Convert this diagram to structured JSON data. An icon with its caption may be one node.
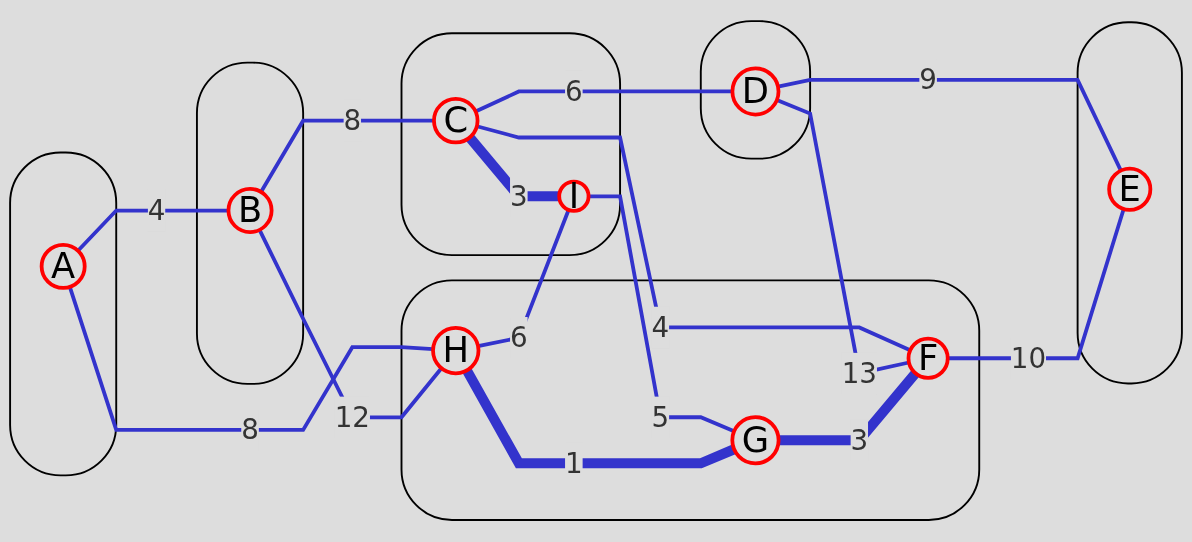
{
  "diagram": {
    "nodes": [
      {
        "text": [],
        "shape": "cloud"
      },
      {
        "text": [
          "A"
        ],
        "in": 0
      },
      {
        "text": [],
        "shape": "cloud"
      },
      {
        "text": [
          "B"
        ],
        "in": 2
      },
      {
        "text": [],
        "shape": "cloud"
      },
      {
        "text": [
          "C"
        ],
        "in": 4
      },
      {
        "text": [
          "I"
        ],
        "in": 4
      },
      {
        "text": [],
        "shape": "cloud"
      },
      {
        "text": [
          "D"
        ],
        "in": 7
      },
      {
        "text": [],
        "shape": "cloud"
      },
      {
        "text": [
          "E"
        ],
        "in": 9
      },
      {
        "text": [],
        "shape": "cloud"
      },
      {
        "text": [
          "H"
        ],
        "in": 11
      },
      {
        "text": [
          "G"
        ],
        "in": 11
      },
      {
        "text": [
          "F"
        ],
        "in": 11
      }
    ],
    "edges": [
      {
        "from": 1,
        "to": 3,
        "arrow": "none",
        "label": "4"
      },
      {
        "from": 1,
        "to": 12,
        "arrow": "none",
        "label": "8"
      },
      {
        "from": 3,
        "to": 5,
        "arrow": "none",
        "label": "8"
      },
      {
        "from": 3,
        "to": 12,
        "arrow": "none",
        "label": "12"
      },
      {
        "from": 5,
        "to": 6,
        "arrow": "none",
        "label": "3",
        "style": "thick"
      },
      {
        "from": 5,
        "to": 8,
        "arrow": "none",
        "label": "6"
      },
      {
        "from": 5,
        "to": 14,
        "arrow": "none",
        "label": "4"
      },
      {
        "from": 8,
        "to": 14,
        "arrow": "none",
        "label": "13"
      },
      {
        "from": 8,
        "to": 10,
        "arrow": "none",
        "label": "9"
      },
      {
        "from": 12,
        "to": 6,
        "arrow": "none",
        "label": "6"
      },
      {
        "from": 6,
        "to": 13,
        "arrow": "none",
        "label": "5"
      },
      {
        "from": 12,
        "to": 13,
        "arrow": "none",
        "label": "1",
        "style": "thick"
      },
      {
        "from": 13,
        "to": 14,
        "arrow": "none",
        "label": "3",
        "style": "thick"
      },
      {
        "from": 14,
        "to": 10,
        "arrow": "none",
        "label": "10"
      }
    ]
  }
}
